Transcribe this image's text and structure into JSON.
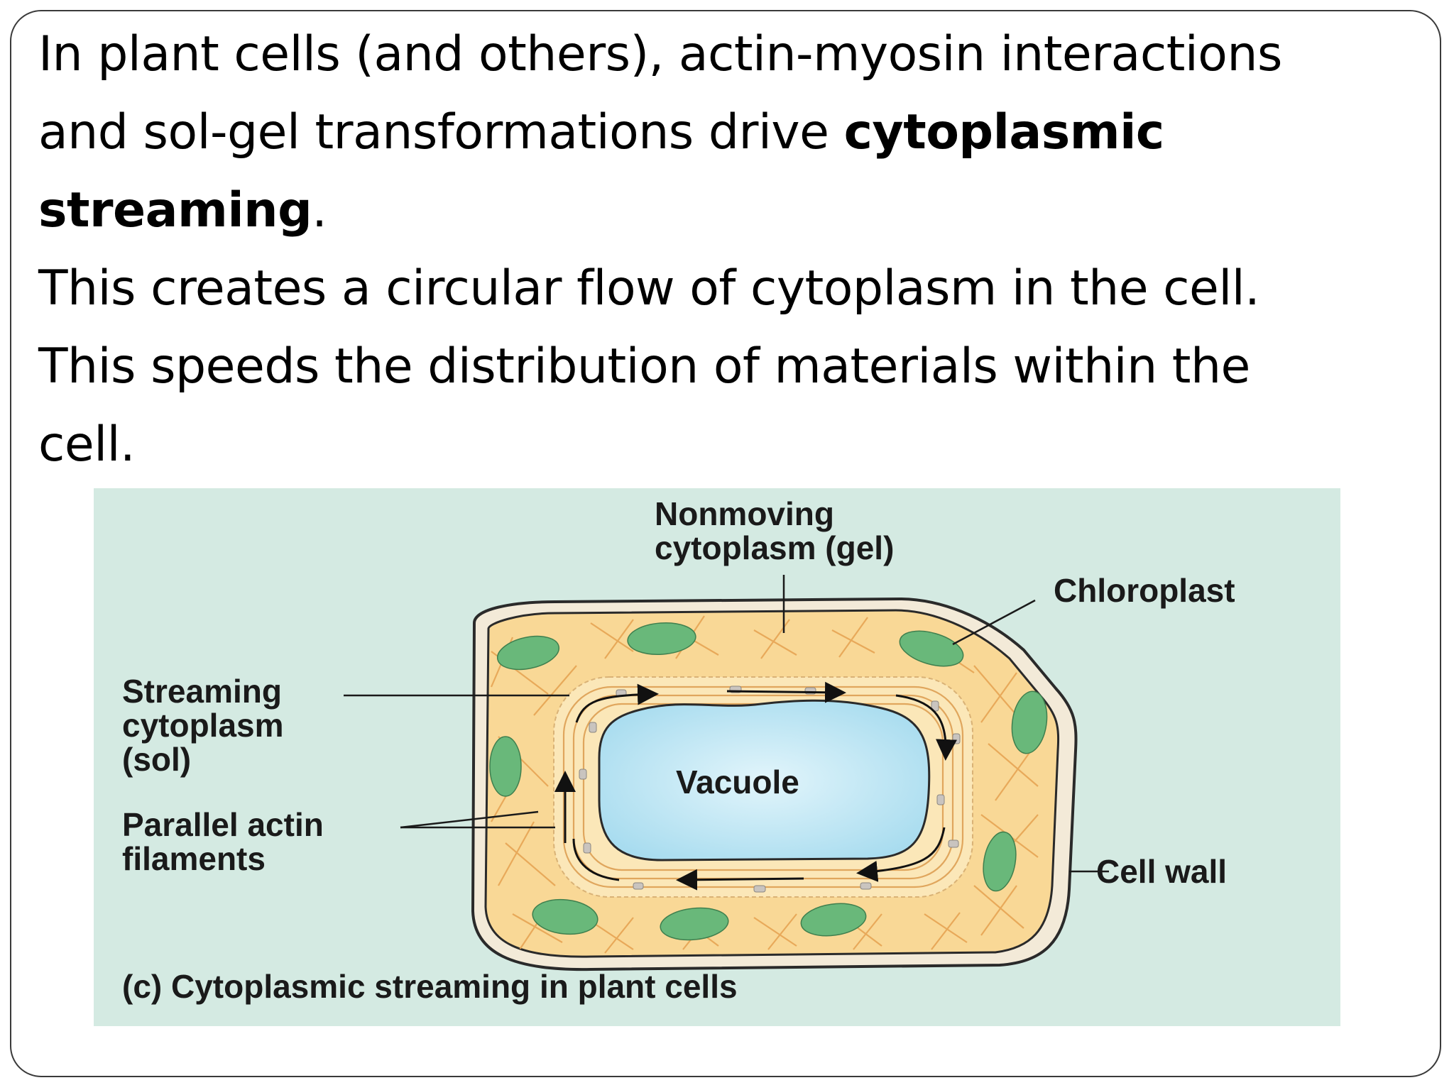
{
  "slide": {
    "line1": "In plant cells (and others), actin-myosin interactions",
    "line2_prefix": "and sol-gel transformations drive ",
    "line2_bold": "cytoplasmic",
    "line3_bold": "streaming",
    "line3_suffix": ".",
    "line4": "This creates a circular flow of cytoplasm in the cell.",
    "line5": "This speeds the distribution of materials within the",
    "line6": "cell."
  },
  "figure": {
    "colors": {
      "background": "#d4eae2",
      "cell_wall": "#f3ead8",
      "cytoplasm": "#f9d896",
      "filament": "#e9a85a",
      "chloroplast": "#69b87a",
      "vacuole": "#a8dcef",
      "arrow": "#111111"
    },
    "labels": {
      "nonmoving_1": "Nonmoving",
      "nonmoving_2": "cytoplasm (gel)",
      "chloroplast": "Chloroplast",
      "streaming_1": "Streaming",
      "streaming_2": "cytoplasm",
      "streaming_3": "(sol)",
      "vacuole": "Vacuole",
      "parallel_1": "Parallel actin",
      "parallel_2": "filaments",
      "cell_wall": "Cell wall",
      "caption": "(c) Cytoplasmic streaming in plant cells"
    }
  }
}
